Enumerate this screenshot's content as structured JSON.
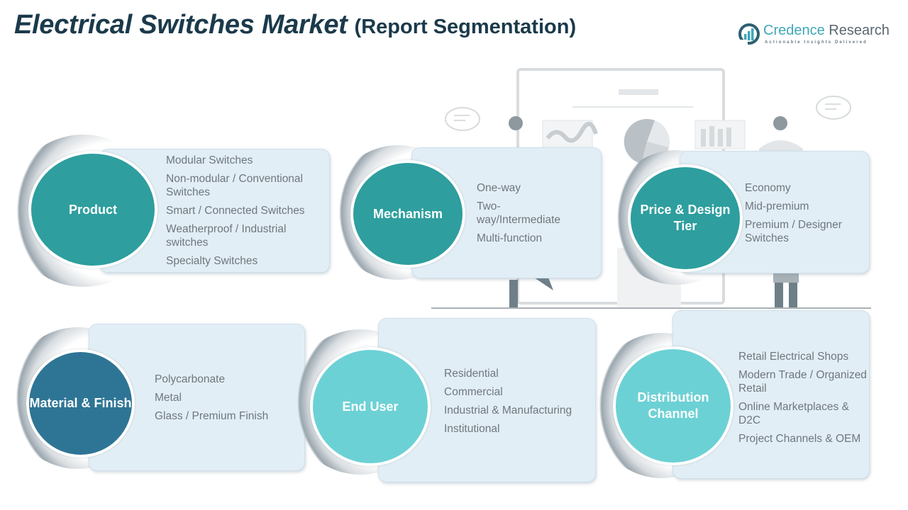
{
  "header": {
    "title_main": "Electrical Switches Market",
    "title_sub": "(Report Segmentation)"
  },
  "logo": {
    "name_part1": "Credence",
    "name_part2": "Research",
    "tagline": "Actionable Insights Delivered",
    "icon": "bar-chart-circle-icon"
  },
  "colors": {
    "title": "#1b3a4b",
    "teal_dark": "#2e9e9e",
    "teal_light": "#6cd1d5",
    "blue_dark": "#2e7595",
    "panel_bg": "#e2eef6",
    "item_text": "#6f777d"
  },
  "segments": [
    {
      "label": "Product",
      "items": [
        "Modular Switches",
        "Non-modular / Conventional Switches",
        "Smart / Connected Switches",
        "Weatherproof / Industrial switches",
        "Specialty Switches"
      ]
    },
    {
      "label": "Mechanism",
      "items": [
        "One-way",
        "Two-way/Intermediate",
        "Multi-function"
      ]
    },
    {
      "label": "Price & Design Tier",
      "items": [
        "Economy",
        "Mid-premium",
        "Premium / Designer Switches"
      ]
    },
    {
      "label": "Material & Finish",
      "items": [
        "Polycarbonate",
        "Metal",
        "Glass / Premium Finish"
      ]
    },
    {
      "label": "End User",
      "items": [
        "Residential",
        "Commercial",
        "Industrial & Manufacturing",
        "Institutional"
      ]
    },
    {
      "label": "Distribution Channel",
      "items": [
        "Retail Electrical Shops",
        "Modern Trade / Organized Retail",
        "Online Marketplaces & D2C",
        "Project Channels & OEM"
      ]
    }
  ]
}
